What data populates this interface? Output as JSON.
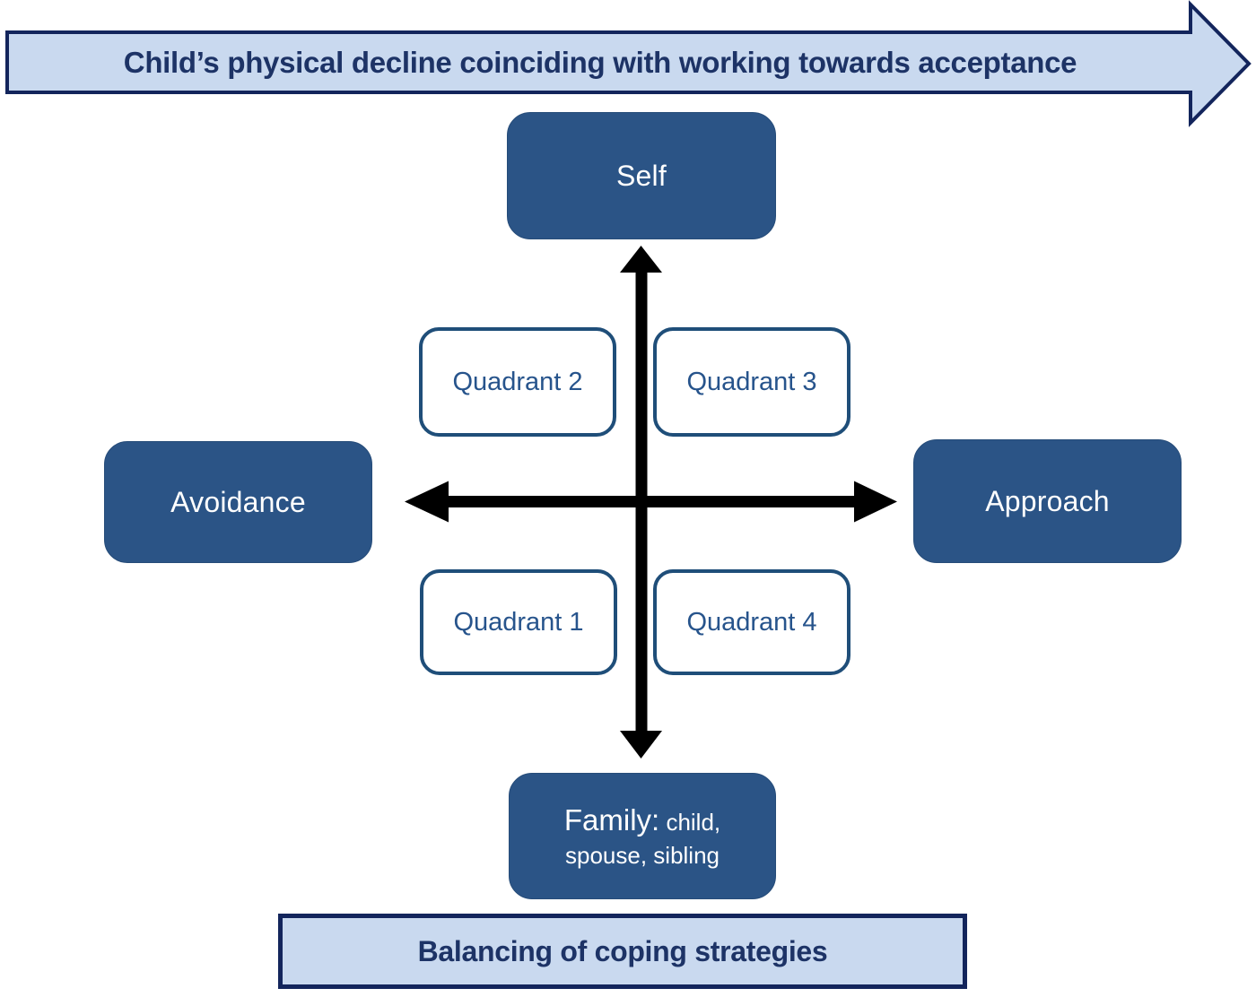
{
  "diagram": {
    "top_banner": {
      "label": "Child’s physical decline coinciding with working towards acceptance"
    },
    "axes": {
      "top": {
        "label": "Self"
      },
      "bottom": {
        "label_main": "Family:",
        "label_detail": "child, spouse, sibling"
      },
      "left": {
        "label": "Avoidance"
      },
      "right": {
        "label": "Approach"
      }
    },
    "quadrants": {
      "top_left": {
        "label": "Quadrant 2"
      },
      "top_right": {
        "label": "Quadrant 3"
      },
      "bottom_left": {
        "label": "Quadrant 1"
      },
      "bottom_right": {
        "label": "Quadrant 4"
      }
    },
    "bottom_banner": {
      "label": "Balancing of coping strategies"
    },
    "colors": {
      "dark_box_fill": "#2b5486",
      "light_banner_fill": "#c9d9ef",
      "navy_border": "#13255c",
      "banner_text": "#1d3366",
      "quadrant_border": "#1f4e79",
      "quadrant_text": "#27548c",
      "axis_arrow": "#000000",
      "box_text": "#ffffff"
    }
  }
}
